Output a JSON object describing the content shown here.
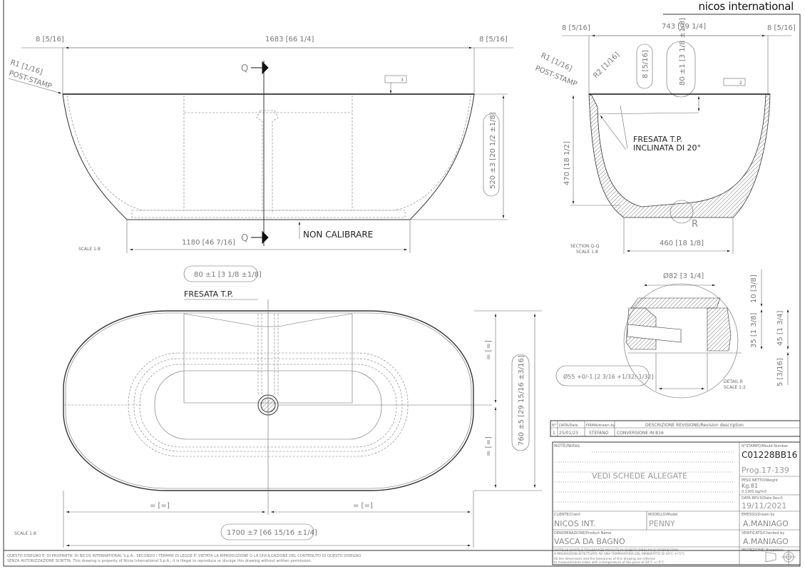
{
  "brand": "nicos international",
  "front_view": {
    "dim_left": "8 [5/16]",
    "dim_total": "1683 [66 1/4]",
    "dim_right": "8 [5/16]",
    "radius": "R1 [1/16]",
    "post_stamp": "POST-STAMP",
    "flatness": "3",
    "section_mark": "Q",
    "height": "520 ±3 [20 1/2 ±1/8]",
    "base": "1180 [46 7/16]",
    "note": "NON CALIBRARE",
    "scale": "SCALE 1:8"
  },
  "section_view": {
    "dim_left": "8 [5/16]",
    "dim_total": "743 [29 1/4]",
    "dim_right": "8 [5/16]",
    "r1": "R1 [1/16]",
    "post_stamp": "POST-STAMP",
    "r2": "R2 [1/16]",
    "d8": "8 [5/16]",
    "d80": "80 ±1 [3 1/8 ±1/8]",
    "flatness": "2",
    "fresata_1": "FRESATA T.P.",
    "fresata_2": "INCLINATA DI 20°",
    "height": "470 [18 1/2]",
    "base": "460 [18 1/8]",
    "detail_mark": "R",
    "title": "SECTION Q-Q",
    "scale": "SCALE 1:8"
  },
  "detail_view": {
    "dia82": "Ø82 [3 1/4]",
    "d10": "10 [3/8]",
    "d35": "35 [1 3/8]",
    "d45": "45 [1 3/4]",
    "d5": "5 [3/16]",
    "dia55": "Ø55 +0/-1 [2 3/16 +1/32/-1/32]",
    "title": "DETAIL R",
    "scale": "SCALE 1:2"
  },
  "top_view": {
    "d80": "80 ±1 [3 1/8 ±1/8]",
    "fresata": "FRESATA T.P.",
    "eq": "= [=]",
    "width": "1700 ±7 [66 15/16 ±1/4]",
    "depth": "760 ±5 [29 15/16 ±3/16]",
    "scale": "SCALE 1:8"
  },
  "revision_table": {
    "headers": [
      "N°",
      "DATA/Date",
      "FIRMA/drawn by",
      "DESCRIZIONE REVISIONE/Revision description"
    ],
    "rows": [
      [
        "1",
        "25/01/23",
        "STEFANO",
        "CONVERSIONE IN B16"
      ]
    ]
  },
  "title_block": {
    "notes_label": "NOTE/Notes",
    "notes_value": "VEDI SCHEDE ALLEGATE",
    "mould_label": "N°STAMPO/Mould Number",
    "mould_value": "C01228BB16",
    "prog": "Prog.17-139",
    "weight_label": "PESO NETTO/Weight",
    "weight_value": "Kg.81",
    "density": "0.1300 kg/m3",
    "date_label": "DATA REV.0/Date Rev.0",
    "date_value": "19/11/2021",
    "client_label": "CLIENTE/Client",
    "client_value": "NICOS INT.",
    "model_label": "MODELLO/Model",
    "model_value": "PENNY",
    "drawn_label": "EMESSO/Drawn by",
    "drawn_value": "A.MANIAGO",
    "product_label": "DENOMINAZIONE/Product Name",
    "product_value": "VASCA DA BAGNO",
    "checked_label": "VERIFICATO/Checked by",
    "checked_value": "A.MANIAGO",
    "tol_it_1": "TUTTE LE QUOTE E TOLLERANZE INDICATE IN QUESTO DISEGNO SI RIFERISCONO",
    "tol_it_2": "A MISURAZIONI EFFETTUATE AD UNA TEMPERATURA DEL MANUFATTO DI 20°C +/-5°C.",
    "tol_en_1": "All the dimensions and the tolerances of this drawing are referred",
    "tol_en_2": "to measurements taken with a temperature of the piece of 20°C +/-5°C.",
    "projection_label": "PROIEZIONE/ Projection"
  },
  "footer": {
    "line1": "QUESTO DISEGNO E' DI PROPRIETA' DI NICOS INTERNATIONAL S.p.A.; SECONDO I TERMINI DI LEGGE E' VIETATA LA RIPRODUZIONE O LA DIVULGAZIONE DEL CONTENUTO DI QUESTO DISEGNO",
    "line2": "SENZA AUTORIZZAZIONE SCRITTA. This drawing is property of Nicos International S.p.A.; it is illegal to reproduce or divulge this drawing without written permission."
  }
}
